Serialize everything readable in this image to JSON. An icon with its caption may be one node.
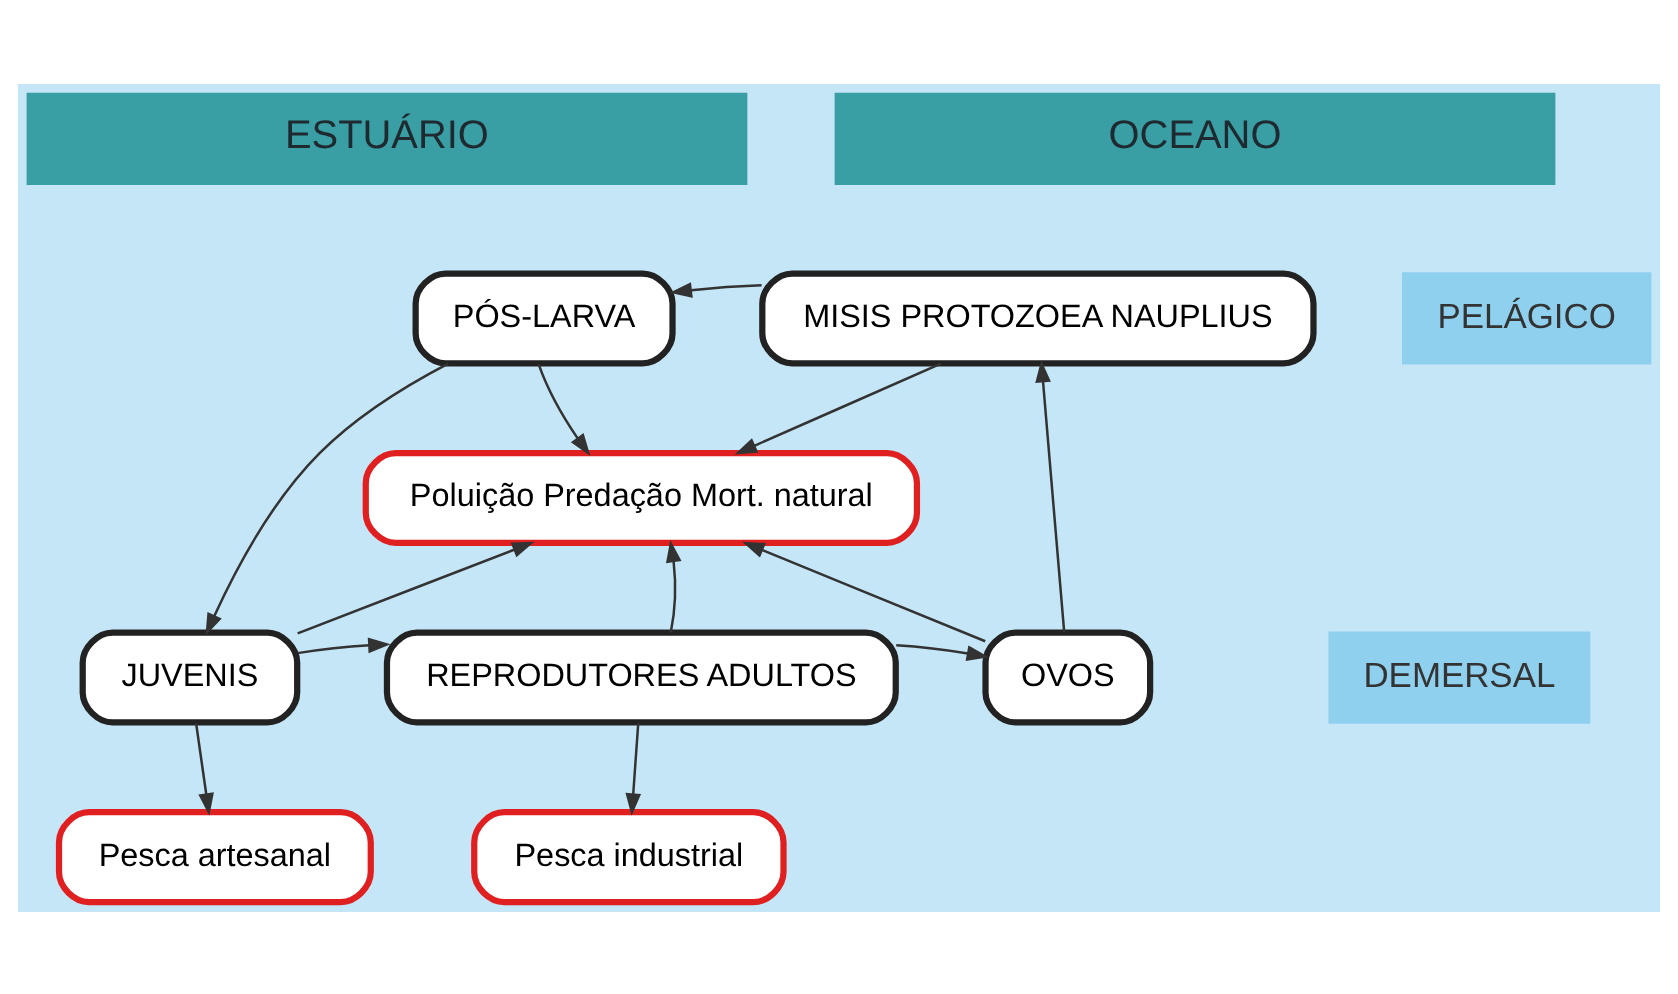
{
  "diagram": {
    "nodes": [
      {
        "text": [
          "ESTUÁRIO"
        ]
      },
      {
        "text": [
          "OCEANO"
        ]
      },
      {
        "text": [
          "PELÁGICO"
        ]
      },
      {
        "text": [
          "DEMERSAL"
        ]
      },
      {
        "text": [
          "PÓS-LARVA"
        ]
      },
      {
        "text": [
          "MISIS PROTOZOEA NAUPLIUS"
        ]
      },
      {
        "text": [
          "Poluição Predação Mort. natural"
        ]
      },
      {
        "text": [
          "JUVENIS"
        ]
      },
      {
        "text": [
          "REPRODUTORES ADULTOS"
        ]
      },
      {
        "text": [
          "OVOS"
        ]
      },
      {
        "text": [
          "Pesca artesanal"
        ]
      },
      {
        "text": [
          "Pesca industrial"
        ]
      }
    ],
    "edges": [
      {
        "from": 5,
        "to": 4,
        "arrow": "to"
      },
      {
        "from": 4,
        "to": 6,
        "arrow": "to"
      },
      {
        "from": 4,
        "to": 7,
        "arrow": "to"
      },
      {
        "from": 5,
        "to": 6,
        "arrow": "to"
      },
      {
        "from": 7,
        "to": 6,
        "arrow": "to"
      },
      {
        "from": 9,
        "to": 6,
        "arrow": "to"
      },
      {
        "from": 8,
        "to": 6,
        "arrow": "to"
      },
      {
        "from": 9,
        "to": 5,
        "arrow": "to"
      },
      {
        "from": 7,
        "to": 8,
        "arrow": "to"
      },
      {
        "from": 8,
        "to": 9,
        "arrow": "to"
      },
      {
        "from": 7,
        "to": 10,
        "arrow": "to"
      },
      {
        "from": 8,
        "to": 11,
        "arrow": "to"
      }
    ]
  }
}
